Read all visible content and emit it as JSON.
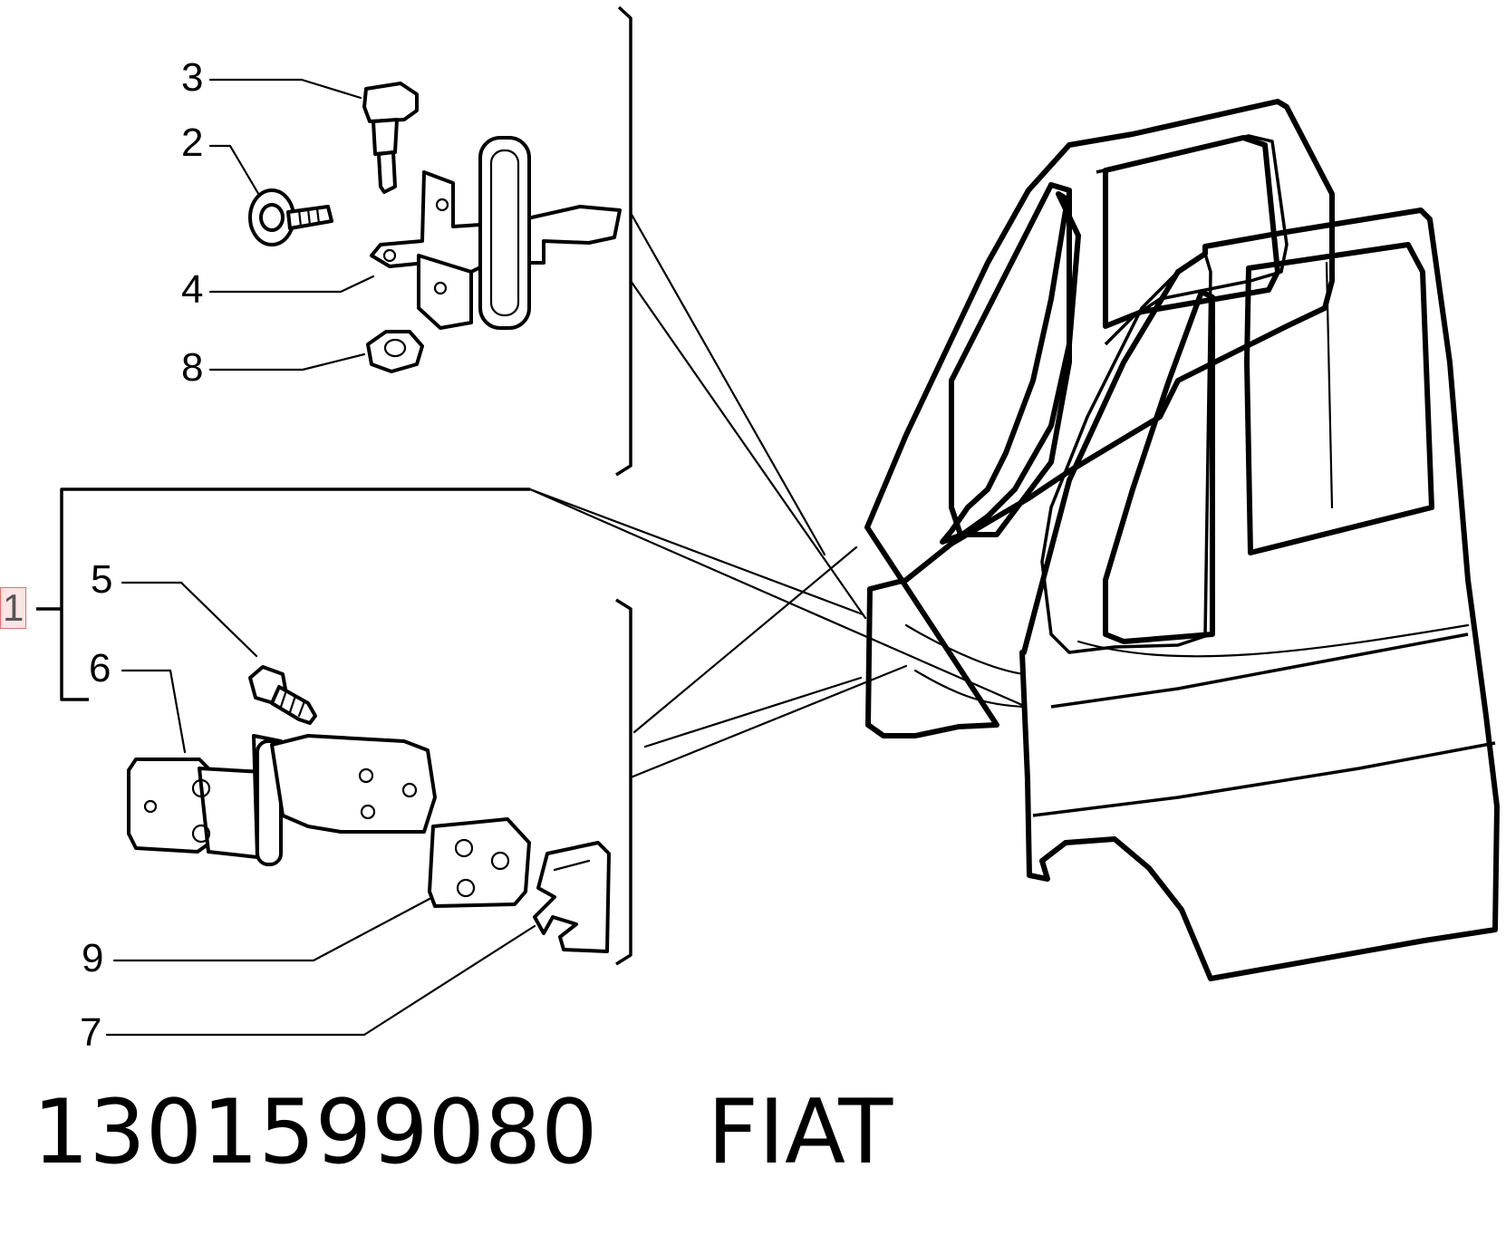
{
  "callouts": {
    "c1": "1",
    "c2": "2",
    "c3": "3",
    "c4": "4",
    "c5": "5",
    "c6": "6",
    "c7": "7",
    "c8": "8",
    "c9": "9"
  },
  "footer": {
    "part_number": "1301599080",
    "brand": "FIAT"
  }
}
